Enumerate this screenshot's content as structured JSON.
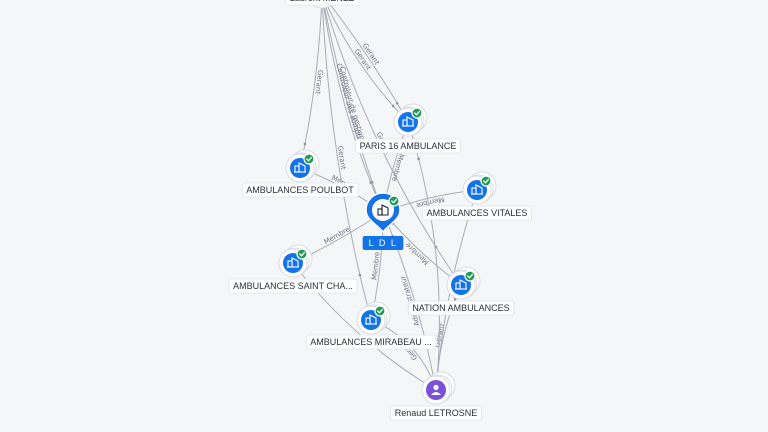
{
  "colors": {
    "company": "#1473e6",
    "person": "#7b4fd6",
    "verified": "#1f9d55",
    "edge": "#a9acb6"
  },
  "focus": {
    "id": "ldl",
    "label": "L D L",
    "icon": "building-icon"
  },
  "nodes": [
    {
      "id": "laurent",
      "label": "Laurent MENEZ",
      "kind": "person",
      "icon": "person-icon"
    },
    {
      "id": "paris16",
      "label": "PARIS 16 AMBULANCE",
      "kind": "company",
      "icon": "building-icon",
      "verified": true
    },
    {
      "id": "poulbot",
      "label": "AMBULANCES POULBOT",
      "kind": "company",
      "icon": "building-icon",
      "verified": true
    },
    {
      "id": "vitales",
      "label": "AMBULANCES VITALES",
      "kind": "company",
      "icon": "building-icon",
      "verified": true
    },
    {
      "id": "saintcha",
      "label": "AMBULANCES SAINT CHA...",
      "kind": "company",
      "icon": "building-icon",
      "verified": true
    },
    {
      "id": "nation",
      "label": "NATION AMBULANCES",
      "kind": "company",
      "icon": "building-icon",
      "verified": true
    },
    {
      "id": "mirabeau",
      "label": "AMBULANCES MIRABEAU ...",
      "kind": "company",
      "icon": "building-icon",
      "verified": true
    },
    {
      "id": "renaud",
      "label": "Renaud LETROSNE",
      "kind": "person",
      "icon": "person-icon"
    }
  ],
  "edges": [
    {
      "from": "laurent",
      "to": "poulbot",
      "label": "Gerant"
    },
    {
      "from": "laurent",
      "to": "ldl",
      "label": "Controleur de gestion"
    },
    {
      "from": "laurent",
      "to": "ldl",
      "label": "Controleur des comptes"
    },
    {
      "from": "laurent",
      "to": "paris16",
      "label": "Gerant"
    },
    {
      "from": "laurent",
      "to": "paris16",
      "label": "Gerant"
    },
    {
      "from": "laurent",
      "to": "mirabeau",
      "label": "Gerant"
    },
    {
      "from": "laurent",
      "to": "nation",
      "label": "Gerant"
    },
    {
      "from": "paris16",
      "to": "ldl",
      "label": "Membre"
    },
    {
      "from": "poulbot",
      "to": "ldl",
      "label": "Membre"
    },
    {
      "from": "vitales",
      "to": "ldl",
      "label": "Membre"
    },
    {
      "from": "saintcha",
      "to": "ldl",
      "label": "Membre"
    },
    {
      "from": "nation",
      "to": "ldl",
      "label": "Membre"
    },
    {
      "from": "mirabeau",
      "to": "ldl",
      "label": "Membre"
    },
    {
      "from": "renaud",
      "to": "ldl",
      "label": "Administrateur"
    },
    {
      "from": "renaud",
      "to": "mirabeau",
      "label": "Gerant"
    },
    {
      "from": "renaud",
      "to": "nation",
      "label": "Gerant"
    },
    {
      "from": "renaud",
      "to": "saintcha",
      "label": ""
    },
    {
      "from": "renaud",
      "to": "vitales",
      "label": ""
    },
    {
      "from": "renaud",
      "to": "paris16",
      "label": ""
    }
  ]
}
